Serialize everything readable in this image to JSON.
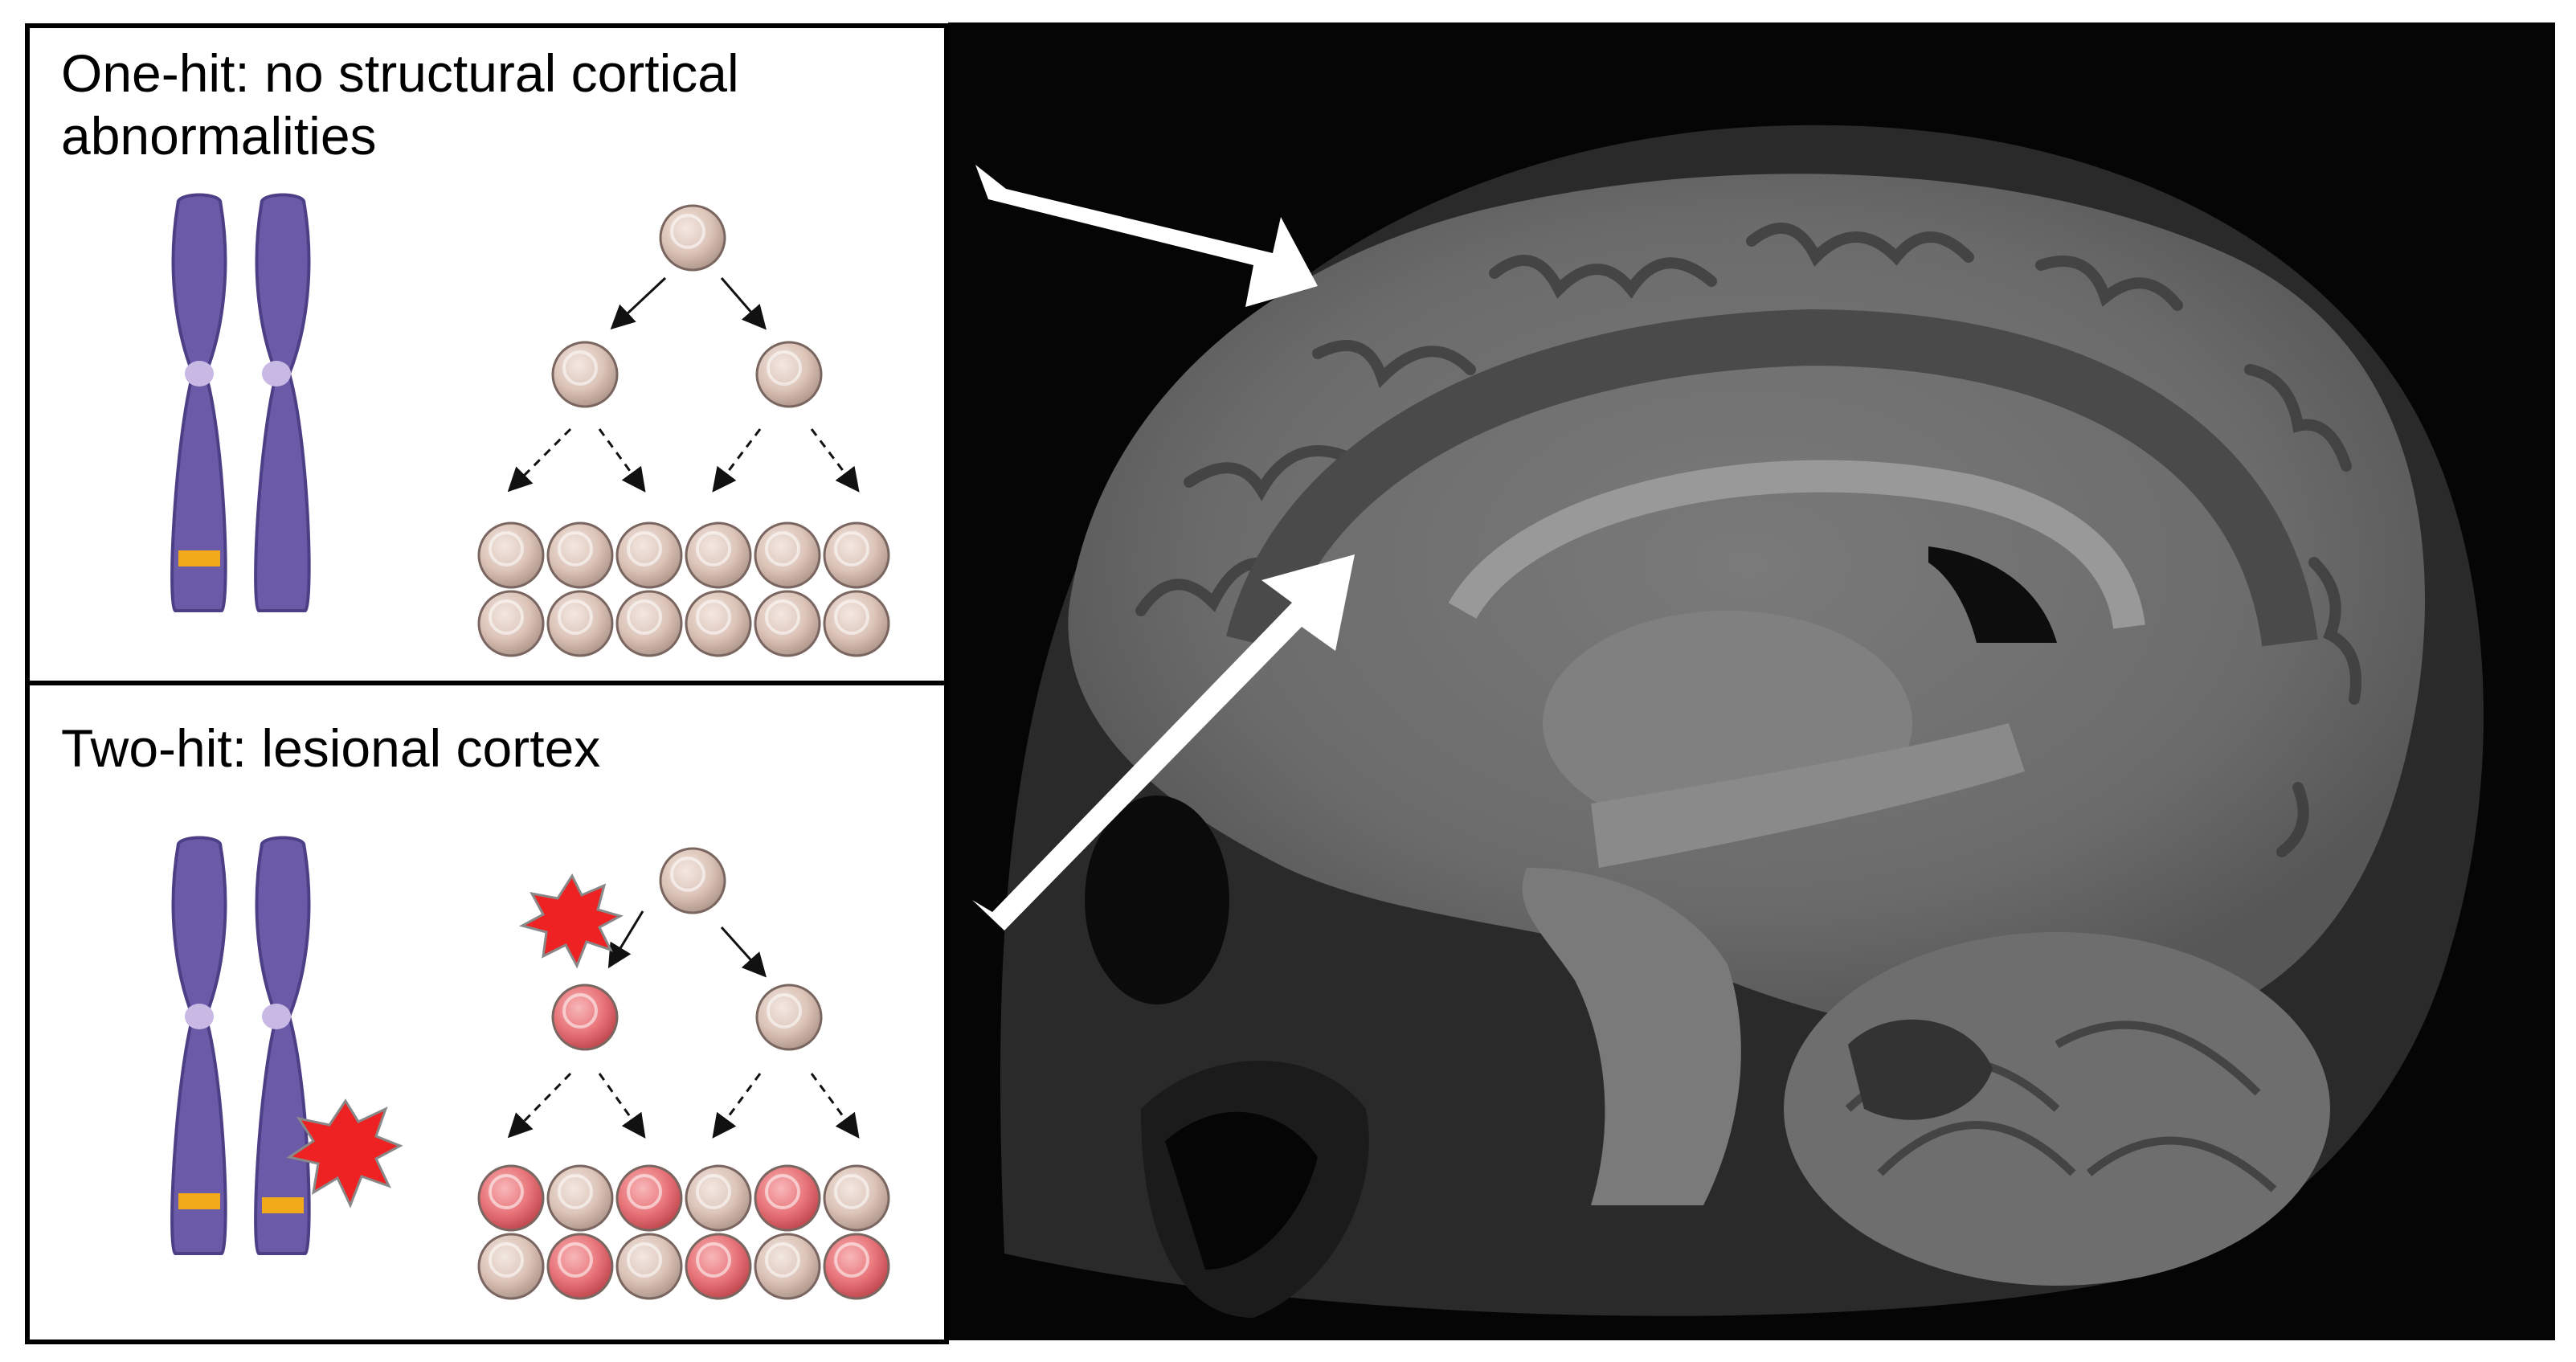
{
  "panels": [
    {
      "title": "One-hit: no structural cortical abnormalities"
    },
    {
      "title": "Two-hit: lesional cortex"
    }
  ],
  "colors": {
    "chromosome": "#6a5aa8",
    "chromosome_dark": "#4c3f86",
    "centromere": "#c7b9e4",
    "variant_band": "#f2a91a",
    "normal_cell": "#dcc4b8",
    "mutant_cell": "#e8757a",
    "hit_burst": "#ee2222",
    "mri_background": "#050505",
    "arrow": "#ffffff"
  },
  "icons": [
    "chromosome-icon",
    "cell-icon",
    "second-hit-burst-icon",
    "pointer-arrow-icon"
  ],
  "one_hit": {
    "cells": [
      [
        "normal"
      ],
      [
        "normal",
        "normal"
      ],
      [
        "normal",
        "normal",
        "normal",
        "normal",
        "normal",
        "normal"
      ],
      [
        "normal",
        "normal",
        "normal",
        "normal",
        "normal",
        "normal"
      ]
    ]
  },
  "two_hit": {
    "cells": [
      [
        "normal"
      ],
      [
        "mutant",
        "normal"
      ],
      [
        "mutant",
        "normal",
        "mutant",
        "normal",
        "mutant",
        "normal"
      ],
      [
        "normal",
        "mutant",
        "normal",
        "mutant",
        "normal",
        "mutant"
      ]
    ]
  }
}
